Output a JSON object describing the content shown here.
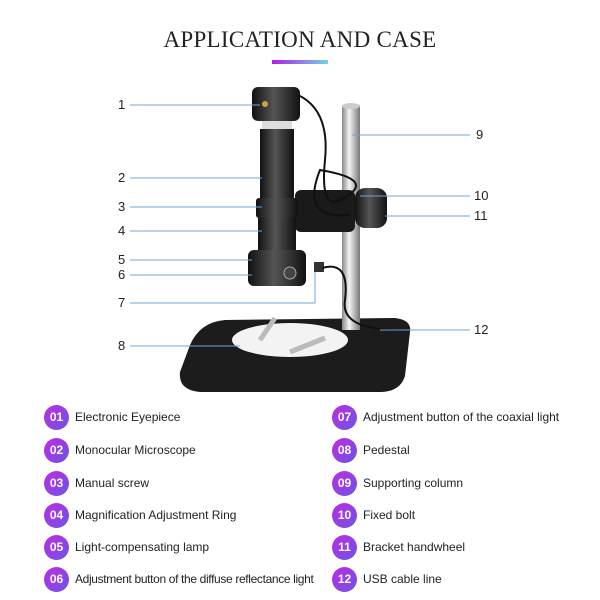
{
  "title": "APPLICATION AND CASE",
  "colors": {
    "badge_start": "#c02ae0",
    "badge_end": "#6a55e6",
    "underline_start": "#b21fe0",
    "underline_end": "#6fd3e8"
  },
  "callouts": [
    "1",
    "2",
    "3",
    "4",
    "5",
    "6",
    "7",
    "8",
    "9",
    "10",
    "11",
    "12"
  ],
  "legend": [
    {
      "num": "01",
      "label": "Electronic Eyepiece"
    },
    {
      "num": "02",
      "label": "Monocular Microscope"
    },
    {
      "num": "03",
      "label": "Manual screw"
    },
    {
      "num": "04",
      "label": "Magnification Adjustment Ring"
    },
    {
      "num": "05",
      "label": "Light-compensating lamp"
    },
    {
      "num": "06",
      "label": "Adjustment button of the diffuse reflectance light"
    },
    {
      "num": "07",
      "label": "Adjustment button of the coaxial light"
    },
    {
      "num": "08",
      "label": "Pedestal"
    },
    {
      "num": "09",
      "label": "Supporting column"
    },
    {
      "num": "10",
      "label": "Fixed bolt"
    },
    {
      "num": "11",
      "label": "Bracket handwheel"
    },
    {
      "num": "12",
      "label": "USB cable line"
    }
  ]
}
